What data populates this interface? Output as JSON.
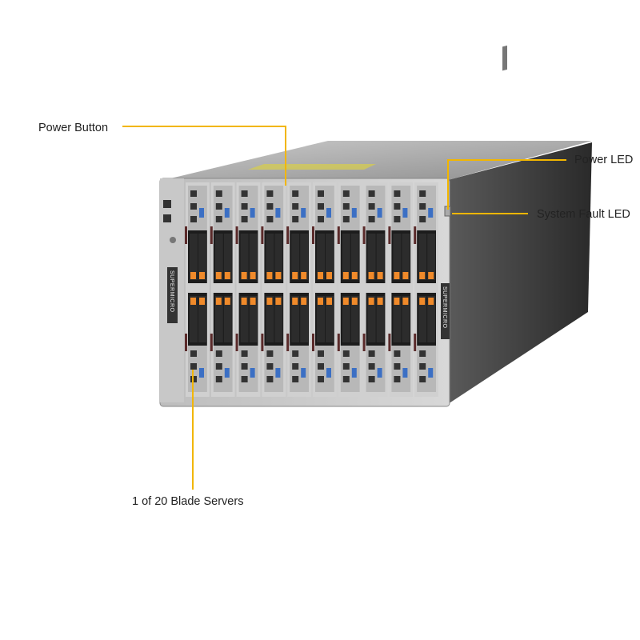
{
  "callouts": {
    "power_button": "Power Button",
    "power_led": "Power LED",
    "system_fault_led": "System Fault LED",
    "blade_servers": "1 of 20 Blade Servers"
  },
  "product": {
    "brand": "SUPERMICRO",
    "blade_columns": 10,
    "blade_rows": 2
  },
  "colors": {
    "callout_line": "#f2b600",
    "handle_orange": "#f08a2a",
    "vga_blue": "#3b6fc4",
    "chassis": "#9a9a9a"
  }
}
